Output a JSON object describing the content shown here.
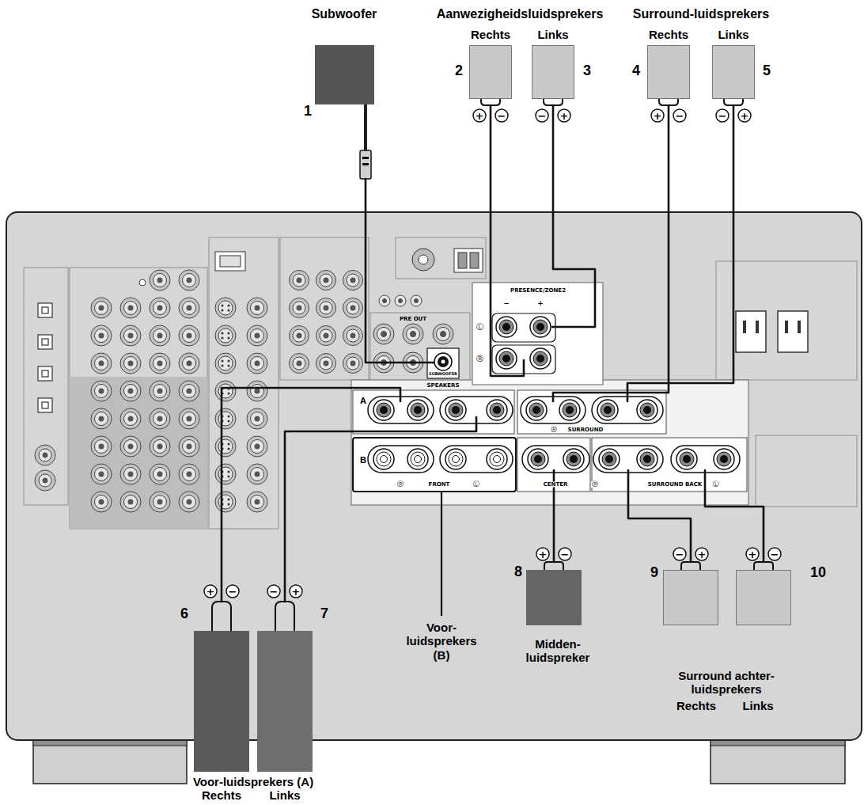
{
  "diagram": {
    "nodes": [
      {
        "text": [
          "Subwoofer",
          "1"
        ]
      },
      {
        "text": [
          "2"
        ]
      },
      {
        "text": [
          "3"
        ]
      },
      {
        "text": [
          "4"
        ]
      },
      {
        "text": [
          "5"
        ]
      },
      {
        "text": [
          "6"
        ]
      },
      {
        "text": [
          "7"
        ]
      },
      {
        "text": [
          "8",
          "Midden- luidspreker"
        ]
      },
      {
        "text": [
          "9"
        ]
      },
      {
        "text": [
          "10"
        ]
      }
    ],
    "labels": [
      "Aanwezigheidsluidsprekers",
      "Rechts",
      "Links",
      "Surround-luidsprekers",
      "Rechts",
      "Links",
      "+",
      "−",
      "−",
      "+",
      "+",
      "−",
      "−",
      "+",
      "PRESENCE/ZONE2",
      "−",
      "+",
      "Ⓛ",
      "Ⓡ",
      "PRE OUT",
      "SUBWOOFER",
      "SPEAKERS",
      "A",
      "B",
      "FRONT",
      "Ⓡ",
      "Ⓛ",
      "SURROUND",
      "Ⓡ",
      "CENTER",
      "Ⓡ",
      "SURROUND BACK",
      "Ⓛ",
      "+",
      "−",
      "−",
      "+",
      "+",
      "−",
      "−",
      "+",
      "+",
      "−",
      "Voor- luidsprekers (B)",
      "Voor-luidsprekers (A)",
      "Rechts",
      "Links",
      "Surround achter- luidsprekers",
      "Rechts",
      "Links"
    ]
  }
}
